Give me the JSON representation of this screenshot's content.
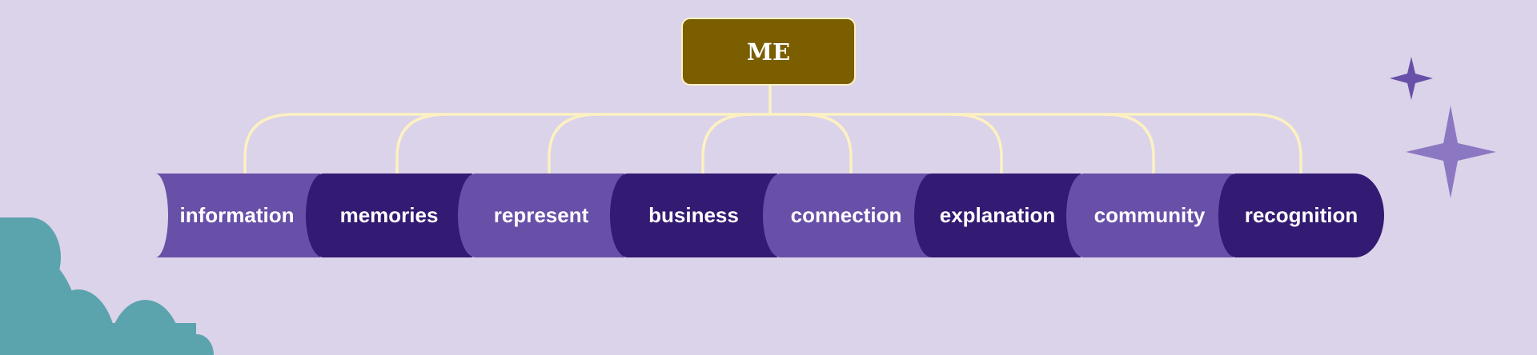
{
  "root": {
    "label": "ME"
  },
  "items": [
    {
      "label": "information"
    },
    {
      "label": "memories"
    },
    {
      "label": "represent"
    },
    {
      "label": "business"
    },
    {
      "label": "connection"
    },
    {
      "label": "explanation"
    },
    {
      "label": "community"
    },
    {
      "label": "recognition"
    }
  ],
  "colors": {
    "background": "#dbd3e9",
    "root": "#7a5e00",
    "connector": "#fdf1c2",
    "light": "#684fa8",
    "dark": "#331a72",
    "cloud": "#5ba3ad"
  }
}
